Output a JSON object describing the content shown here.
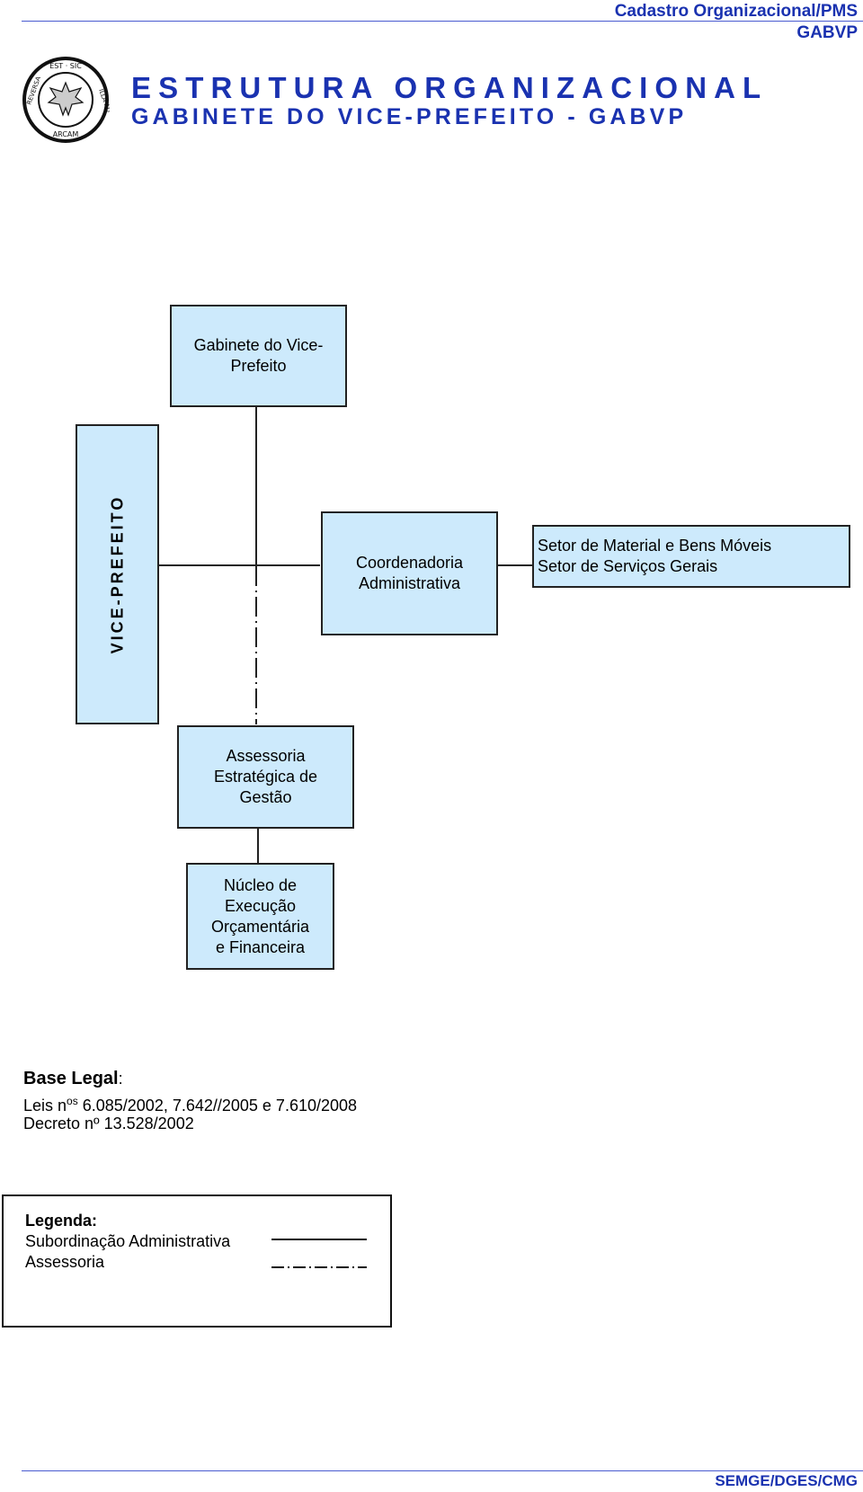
{
  "header": {
    "line1": "Cadastro Organizacional/PMS",
    "line2": "GABVP",
    "title": "ESTRUTURA ORGANIZACIONAL",
    "subtitle": "GABINETE DO VICE-PREFEITO - GABVP",
    "seal_lettering": "REVERSA EST SIC ILLA AD ARCAM"
  },
  "org": {
    "gabinete": [
      "Gabinete do Vice-",
      "Prefeito"
    ],
    "vice": "VICE-PREFEITO",
    "coordenadoria": [
      "Coordenadoria",
      "Administrativa"
    ],
    "setores": [
      "Setor de Material e Bens Móveis",
      "Setor de Serviços Gerais"
    ],
    "assessoria": [
      "Assessoria",
      "Estratégica de",
      "Gestão"
    ],
    "nucleo": [
      "Núcleo de",
      "Execução",
      "Orçamentária",
      "e Financeira"
    ]
  },
  "base_legal": {
    "heading": "Base Legal",
    "colon": ":",
    "leis_prefix": "Leis n",
    "leis_sup": "os",
    "leis_rest": " 6.085/2002, 7.642//2005 e 7.610/2008",
    "decreto": "Decreto nº 13.528/2002"
  },
  "legend": {
    "heading": "Legenda:",
    "solid": "Subordinação Administrativa",
    "dashed": "Assessoria"
  },
  "footer": "SEMGE/DGES/CMG",
  "colors": {
    "box_fill": "#cdeafc",
    "header_blue": "#1a32b0"
  }
}
